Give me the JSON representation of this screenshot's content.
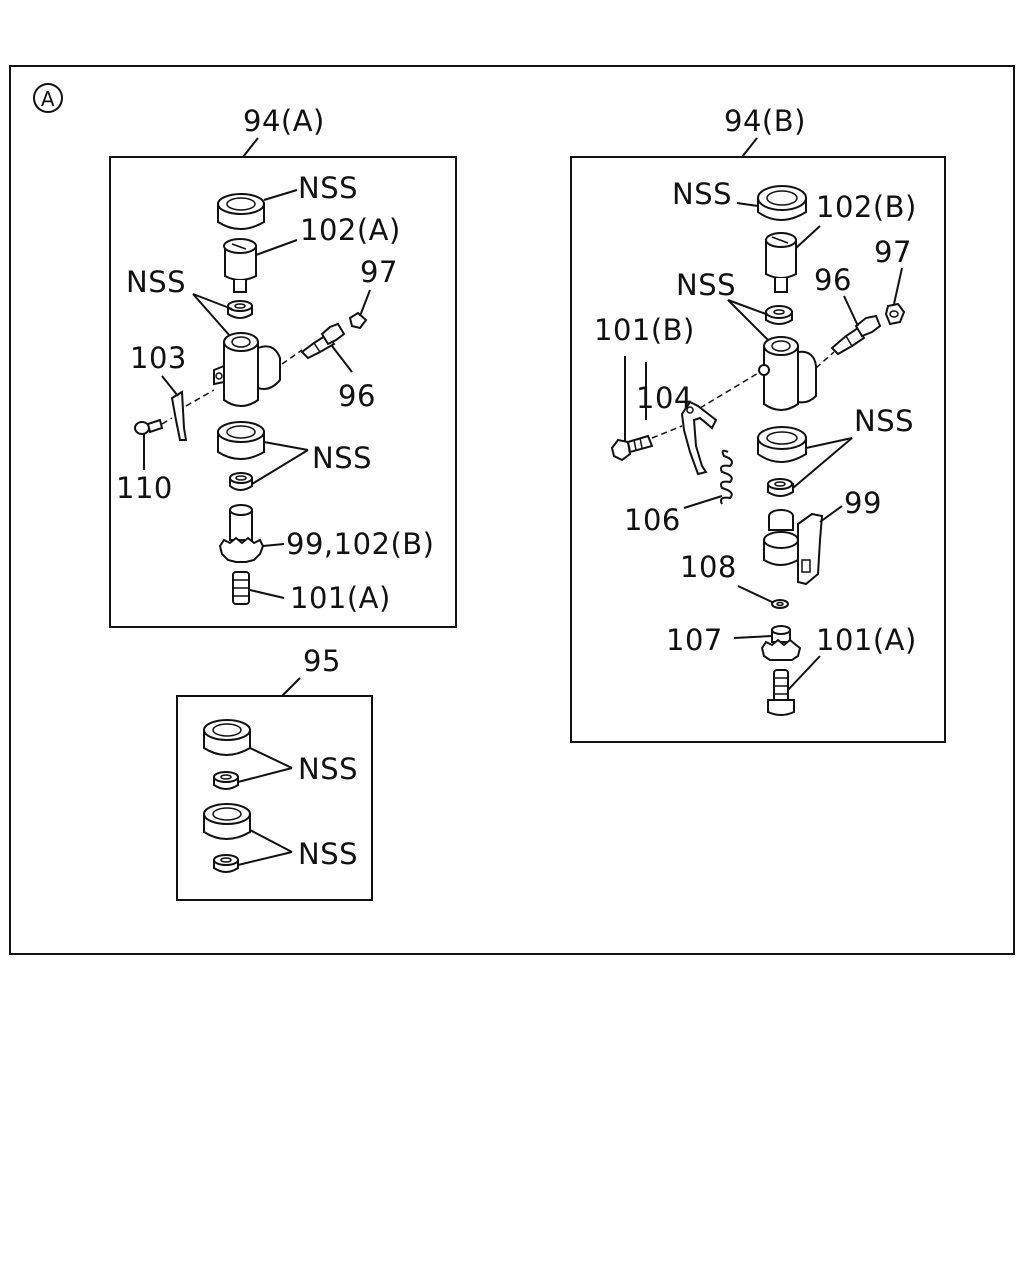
{
  "diagram": {
    "section_marker": "A",
    "panels": {
      "a": {
        "title": "94(A)"
      },
      "b": {
        "title": "94(B)"
      },
      "c": {
        "title": "95"
      }
    },
    "callouts_a": {
      "nss_top": "NSS",
      "p102a": "102(A)",
      "nss_mid": "NSS",
      "p97": "97",
      "p103": "103",
      "p96": "96",
      "p110": "110",
      "nss_low": "NSS",
      "p99_102b": "99,102(B)",
      "p101a": "101(A)"
    },
    "callouts_b": {
      "nss_top": "NSS",
      "p102b": "102(B)",
      "p97": "97",
      "nss_mid": "NSS",
      "p96": "96",
      "p101b": "101(B)",
      "p104": "104",
      "nss_low": "NSS",
      "p99": "99",
      "p106": "106",
      "p108": "108",
      "p107": "107",
      "p101a": "101(A)"
    },
    "callouts_c": {
      "nss_1": "NSS",
      "nss_2": "NSS"
    }
  }
}
